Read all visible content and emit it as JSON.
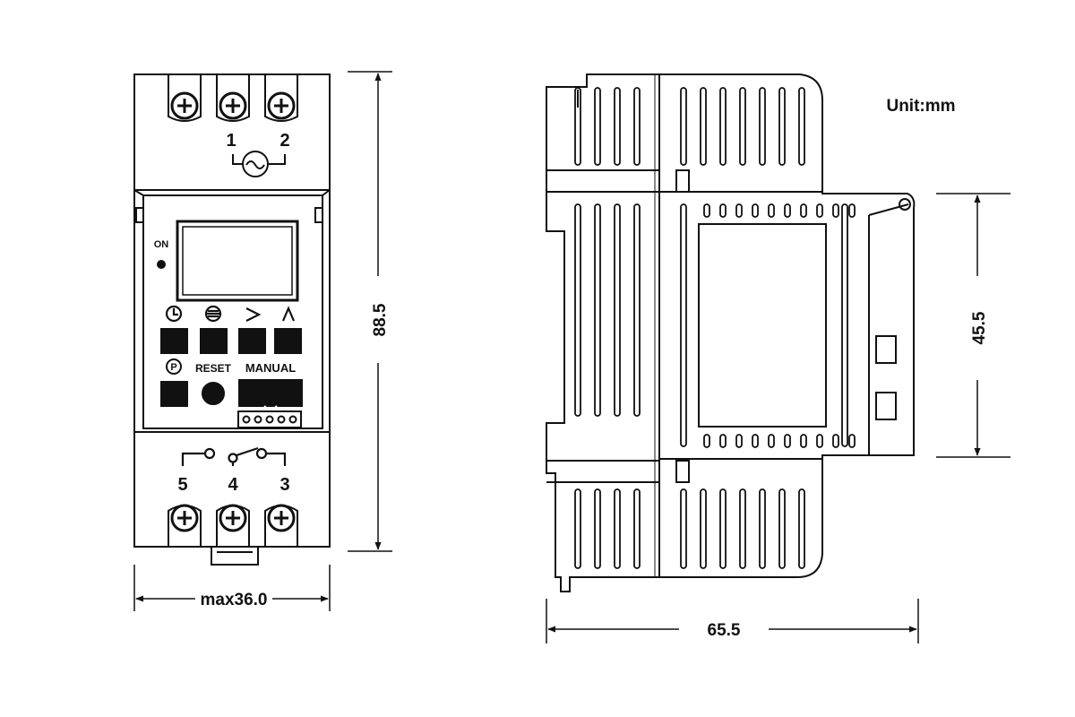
{
  "front_view": {
    "top_terminals": [
      "1",
      "2"
    ],
    "indicator": "ON",
    "button_labels": {
      "reset": "RESET",
      "manual": "MANUAL"
    },
    "bottom_terminals": [
      "5",
      "4",
      "3"
    ],
    "button_icons": [
      "clock-icon",
      "menu-icon",
      "right-arrow-icon",
      "up-arrow-icon",
      "p-circle-icon"
    ]
  },
  "dimensions": {
    "width": "max36.0",
    "height": "88.5",
    "depth": "65.5",
    "rail_height": "45.5"
  },
  "unit_note": "Unit:mm"
}
